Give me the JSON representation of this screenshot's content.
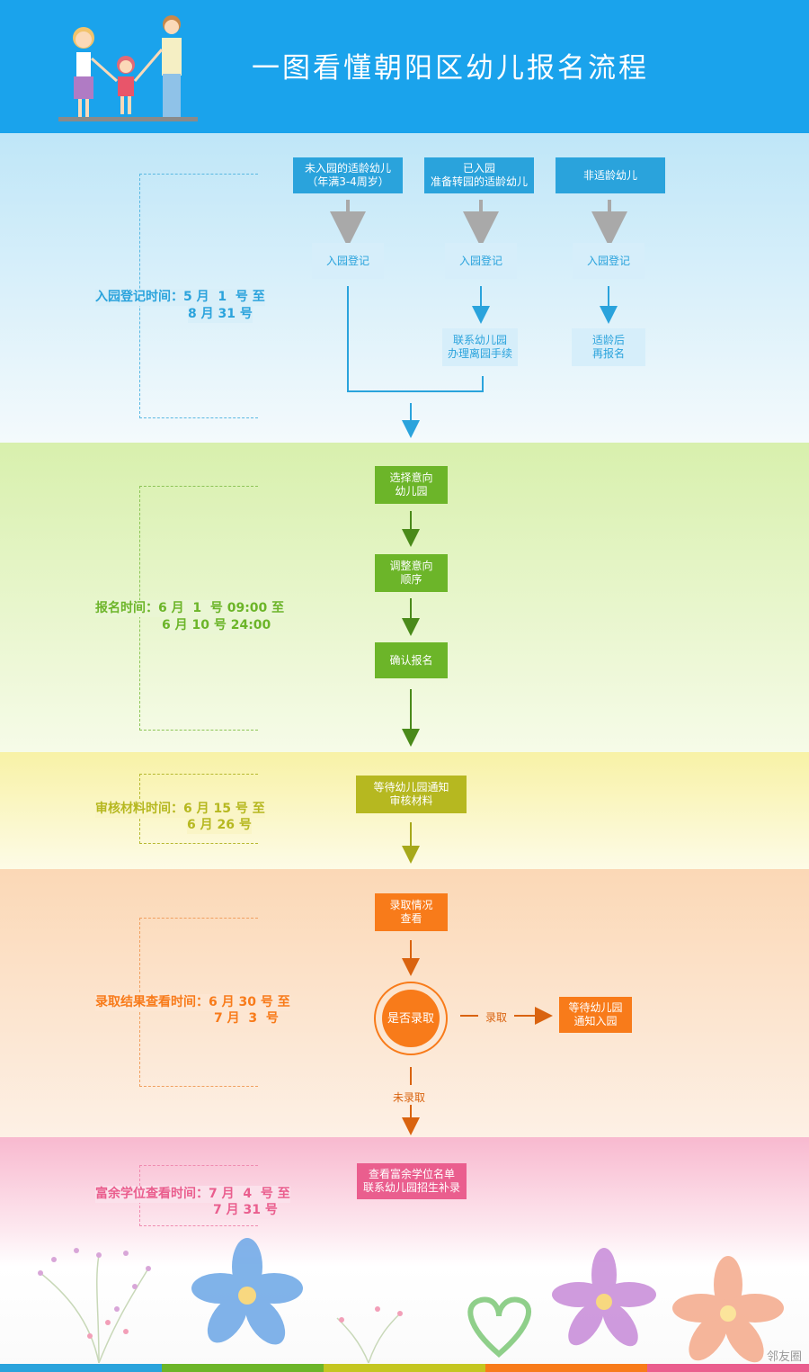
{
  "header": {
    "title": "一图看懂朝阳区幼儿报名流程"
  },
  "stage1": {
    "time_line1": "入园登记时间：5 月  1  号 至",
    "time_line2": "8 月 31 号",
    "col1_label": "未入园的适龄幼儿\n（年满3-4周岁）",
    "col2_label": "已入园\n准备转园的适龄幼儿",
    "col3_label": "非适龄幼儿",
    "col1_step": "入园登记",
    "col2_step": "入园登记",
    "col3_step": "入园登记",
    "col2_step2": "联系幼儿园\n办理离园手续",
    "col3_step2": "适龄后\n再报名"
  },
  "stage2": {
    "time_line1": "报名时间：6 月  1  号 09:00 至",
    "time_line2": "6 月 10 号 24:00",
    "step1": "选择意向\n幼儿园",
    "step2": "调整意向\n顺序",
    "step3": "确认报名"
  },
  "stage3": {
    "time_line1": "审核材料时间：6 月 15 号 至",
    "time_line2": "6 月 26 号",
    "step1": "等待幼儿园通知\n审核材料"
  },
  "stage4": {
    "time_line1": "录取结果查看时间：6 月 30 号 至",
    "time_line2": "7 月  3  号",
    "step1": "录取情况\n查看",
    "decision": "是否录取",
    "yes_label": "录取",
    "yes_result": "等待幼儿园\n通知入园",
    "no_label": "未录取"
  },
  "stage5": {
    "time_line1": "富余学位查看时间：7 月  4  号 至",
    "time_line2": "7 月 31 号",
    "step1": "查看富余学位名单\n联系幼儿园招生补录"
  },
  "watermark": "邻友圈",
  "colors": {
    "blue": "#2aa3dc",
    "green": "#6cb529",
    "yellow": "#b6b820",
    "orange": "#f87b1a",
    "pink": "#ea5e8e",
    "header": "#1aa3ec"
  }
}
